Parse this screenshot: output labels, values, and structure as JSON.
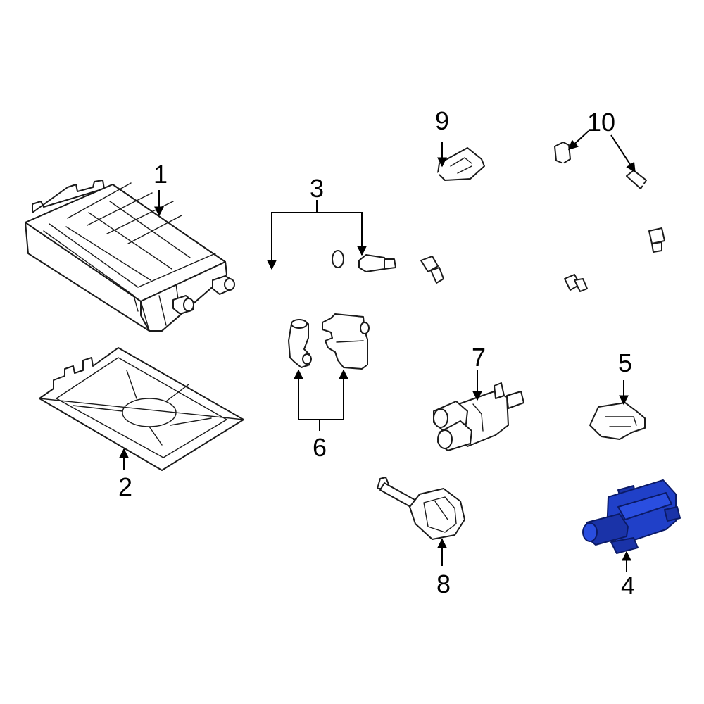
{
  "diagram": {
    "callouts": [
      "1",
      "2",
      "3",
      "4",
      "5",
      "6",
      "7",
      "8",
      "9",
      "10"
    ],
    "highlight_color": "#2040c8",
    "highlighted_callout": "4"
  }
}
